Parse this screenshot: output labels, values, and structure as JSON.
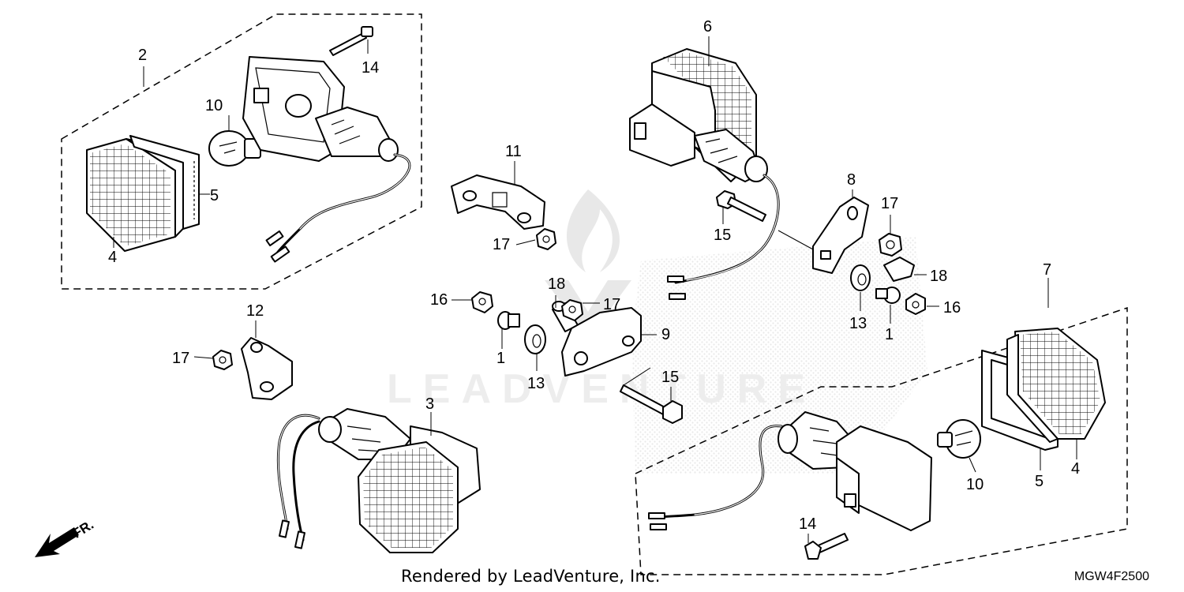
{
  "diagram": {
    "callouts": [
      {
        "id": "c2",
        "text": "2"
      },
      {
        "id": "c14a",
        "text": "14"
      },
      {
        "id": "c10a",
        "text": "10"
      },
      {
        "id": "c5a",
        "text": "5"
      },
      {
        "id": "c4a",
        "text": "4"
      },
      {
        "id": "c11",
        "text": "11"
      },
      {
        "id": "c17a",
        "text": "17"
      },
      {
        "id": "c6",
        "text": "6"
      },
      {
        "id": "c8",
        "text": "8"
      },
      {
        "id": "c17b",
        "text": "17"
      },
      {
        "id": "c15a",
        "text": "15"
      },
      {
        "id": "c18a",
        "text": "18"
      },
      {
        "id": "c13a",
        "text": "13"
      },
      {
        "id": "c1a",
        "text": "1"
      },
      {
        "id": "c16a",
        "text": "16"
      },
      {
        "id": "c7",
        "text": "7"
      },
      {
        "id": "c16b",
        "text": "16"
      },
      {
        "id": "c18b",
        "text": "18"
      },
      {
        "id": "c17c",
        "text": "17"
      },
      {
        "id": "c9",
        "text": "9"
      },
      {
        "id": "c1b",
        "text": "1"
      },
      {
        "id": "c13b",
        "text": "13"
      },
      {
        "id": "c12",
        "text": "12"
      },
      {
        "id": "c17d",
        "text": "17"
      },
      {
        "id": "c15b",
        "text": "15"
      },
      {
        "id": "c3",
        "text": "3"
      },
      {
        "id": "c10b",
        "text": "10"
      },
      {
        "id": "c5b",
        "text": "5"
      },
      {
        "id": "c4b",
        "text": "4"
      },
      {
        "id": "c14b",
        "text": "14"
      }
    ]
  },
  "front_indicator": "FR.",
  "footer_credit": "Rendered by LeadVenture, Inc.",
  "diagram_code": "MGW4F2500"
}
